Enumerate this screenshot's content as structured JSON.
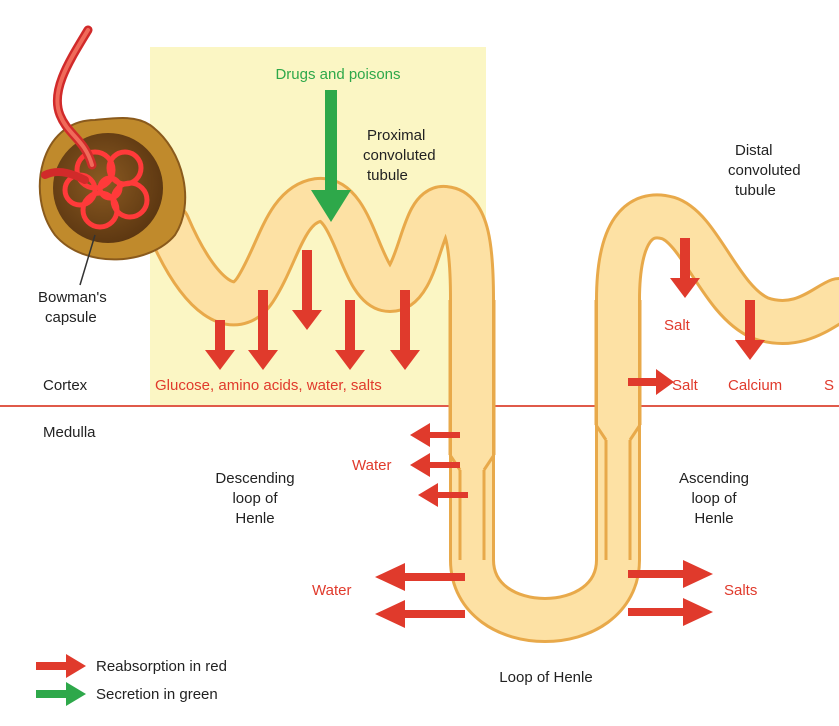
{
  "labels": {
    "drugs": "Drugs and poisons",
    "proximal": [
      "Proximal",
      "convoluted",
      "tubule"
    ],
    "distal": [
      "Distal",
      "convoluted",
      "tubule"
    ],
    "bowman": [
      "Bowman's",
      "capsule"
    ],
    "cortex": "Cortex",
    "medulla": "Medulla",
    "reabsorbed_proximal": "Glucose, amino acids, water, salts",
    "salt_upper": "Salt",
    "salt_lower": "Salt",
    "calcium": "Calcium",
    "cut_s": "S",
    "water_upper": "Water",
    "water_lower": "Water",
    "salts": "Salts",
    "descending": [
      "Descending",
      "loop of",
      "Henle"
    ],
    "ascending": [
      "Ascending",
      "loop of",
      "Henle"
    ],
    "loop": "Loop of Henle"
  },
  "legend": {
    "reabsorption": "Reabsorption in red",
    "secretion": "Secretion in green"
  },
  "colors": {
    "reabsorption": "#e03a2c",
    "secretion": "#2ea84a",
    "cortex_highlight": "#fbf6c4",
    "tubule_fill": "#fde1a4",
    "boundary_line": "#e05a4a"
  }
}
